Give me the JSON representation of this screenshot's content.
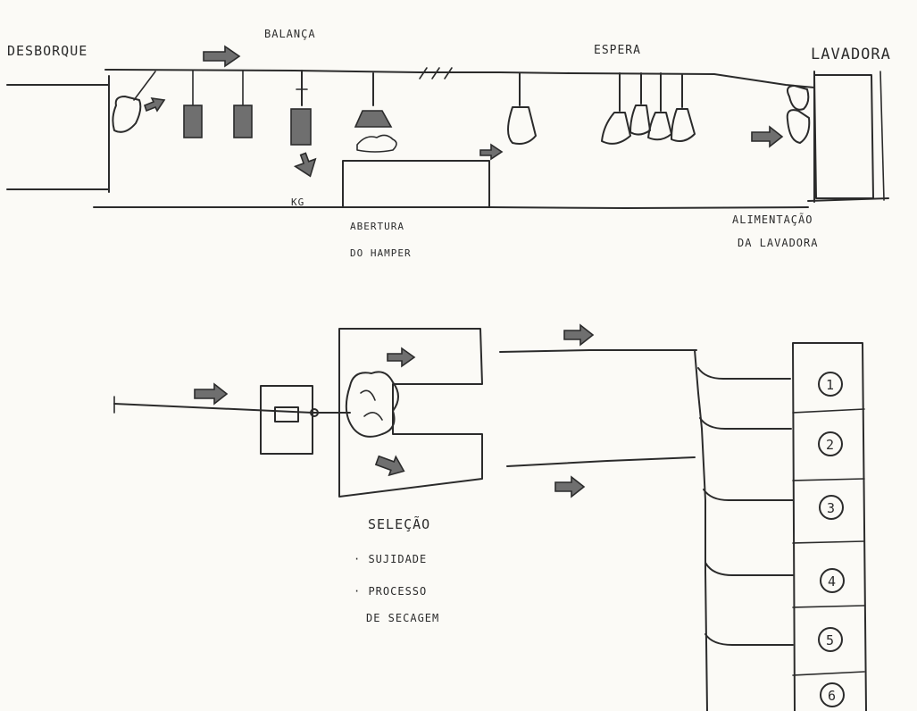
{
  "labels": {
    "desembarque": "DESBORQUE",
    "balanca": "BALANÇA",
    "espera": "ESPERA",
    "lavadora": "LAVADORA",
    "kg": "KG",
    "abertura_hamper_1": "ABERTURA",
    "abertura_hamper_2": "DO HAMPER",
    "alimentacao_1": "ALIMENTAÇÃO",
    "alimentacao_2": "DA LAVADORA",
    "selecao": "SELEÇÃO",
    "bullet_1": "· SUJIDADE",
    "bullet_2a": "· PROCESSO",
    "bullet_2b": "DE SECAGEM"
  },
  "bins": [
    "1",
    "2",
    "3",
    "4",
    "5",
    "6"
  ],
  "colors": {
    "ink": "#2b2b2b",
    "paper": "#fbfaf6",
    "hatch": "#6f6f6f"
  }
}
